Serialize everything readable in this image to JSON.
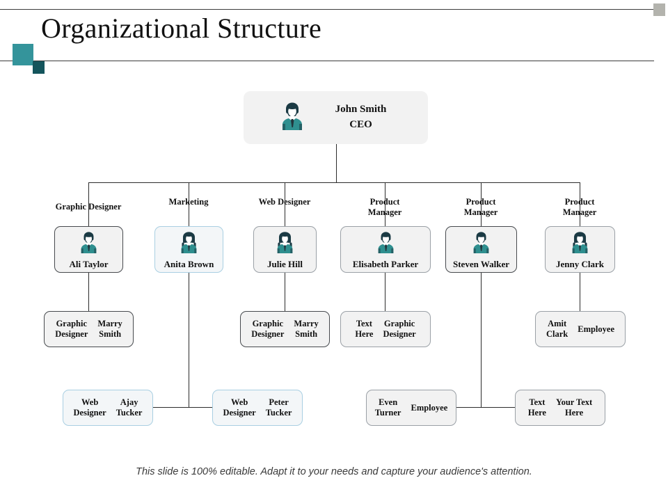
{
  "slide": {
    "title": "Organizational Structure",
    "footer_note": "This slide is 100% editable. Adapt it to your needs and capture your audience's attention."
  },
  "colors": {
    "accent_teal": "#34949b",
    "accent_dark_teal": "#14555c",
    "corner_gray": "#b3b3ad",
    "rule": "#3b3b3b",
    "node_fill": "#f2f2f2",
    "node_border": "#46494d",
    "node_border_blue": "#a9cfe2",
    "avatar_suit": "#2f8f8f",
    "avatar_hair": "#1b3a44",
    "connector": "#2b2b2b"
  },
  "chart_data": {
    "type": "diagram",
    "diagram_kind": "organizational-chart",
    "root": {
      "name": "John Smith",
      "title": "CEO",
      "avatar": "male-avatar-icon"
    },
    "managers": [
      {
        "role": "Graphic Designer",
        "name": "Ali Taylor",
        "avatar": "male-avatar-icon",
        "border": "dark"
      },
      {
        "role": "Marketing",
        "name": "Anita Brown",
        "avatar": "female-avatar-icon",
        "border": "blue"
      },
      {
        "role": "Web Designer",
        "name": "Julie Hill",
        "avatar": "female-avatar-icon",
        "border": "plain"
      },
      {
        "role": "Product Manager",
        "name": "Elisabeth Parker",
        "avatar": "male-avatar-icon",
        "border": "plain"
      },
      {
        "role": "Product Manager",
        "name": "Steven Walker",
        "avatar": "male-avatar-icon",
        "border": "dark"
      },
      {
        "role": "Product Manager",
        "name": "Jenny Clark",
        "avatar": "female-avatar-icon",
        "border": "plain"
      }
    ],
    "leaves": [
      {
        "id": "leaf-1",
        "parent": "Ali Taylor",
        "left_text": "Graphic\nDesigner",
        "right_text": "Marry\nSmith"
      },
      {
        "id": "leaf-2",
        "parent": "Julie Hill",
        "left_text": "Graphic\nDesigner",
        "right_text": "Marry\nSmith"
      },
      {
        "id": "leaf-3",
        "parent": "Elisabeth Parker",
        "left_text": "Text\nHere",
        "right_text": "Graphic\nDesigner"
      },
      {
        "id": "leaf-4",
        "parent": "Jenny Clark",
        "left_text": "Amit\nClark",
        "right_text": "Employee"
      },
      {
        "id": "leaf-5",
        "parent": "Anita Brown",
        "left_text": "Web\nDesigner",
        "right_text": "Ajay\nTucker"
      },
      {
        "id": "leaf-6",
        "parent": "Anita Brown",
        "left_text": "Web\nDesigner",
        "right_text": "Peter\nTucker"
      },
      {
        "id": "leaf-7",
        "parent": "Steven Walker",
        "left_text": "Even\nTurner",
        "right_text": "Employee"
      },
      {
        "id": "leaf-8",
        "parent": "Steven Walker",
        "left_text": "Text\nHere",
        "right_text": "Your Text\nHere"
      }
    ]
  }
}
